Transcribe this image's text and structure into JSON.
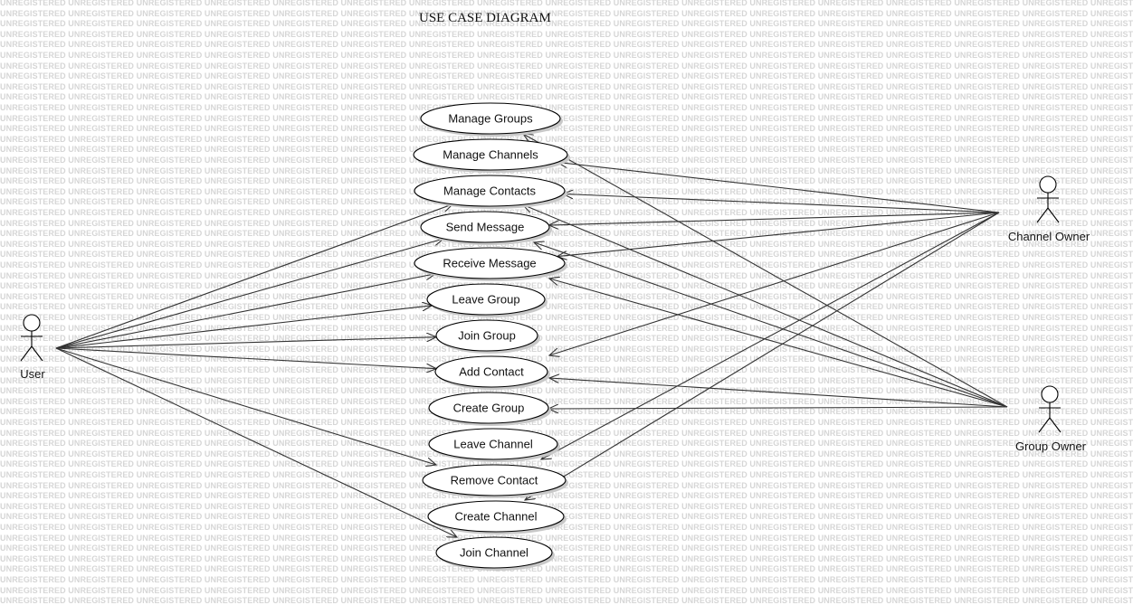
{
  "title": "USE CASE DIAGRAM",
  "watermark_text": "UNREGISTERED",
  "actors": [
    {
      "id": "user",
      "label": "User"
    },
    {
      "id": "channel_owner",
      "label": "Channel Owner"
    },
    {
      "id": "group_owner",
      "label": "Group Owner"
    }
  ],
  "use_cases": [
    {
      "id": "manage_groups",
      "label": "Manage Groups"
    },
    {
      "id": "manage_channels",
      "label": "Manage Channels"
    },
    {
      "id": "manage_contacts",
      "label": "Manage Contacts"
    },
    {
      "id": "send_message",
      "label": "Send Message"
    },
    {
      "id": "receive_message",
      "label": "Receive Message"
    },
    {
      "id": "leave_group",
      "label": "Leave Group"
    },
    {
      "id": "join_group",
      "label": "Join Group"
    },
    {
      "id": "add_contact",
      "label": "Add Contact"
    },
    {
      "id": "create_group",
      "label": "Create Group"
    },
    {
      "id": "leave_channel",
      "label": "Leave Channel"
    },
    {
      "id": "remove_contact",
      "label": "Remove Contact"
    },
    {
      "id": "create_channel",
      "label": "Create Channel"
    },
    {
      "id": "join_channel",
      "label": "Join Channel"
    }
  ],
  "associations": [
    {
      "from": "user",
      "to": "manage_contacts"
    },
    {
      "from": "user",
      "to": "send_message"
    },
    {
      "from": "user",
      "to": "receive_message"
    },
    {
      "from": "user",
      "to": "leave_group"
    },
    {
      "from": "user",
      "to": "join_group"
    },
    {
      "from": "user",
      "to": "add_contact"
    },
    {
      "from": "user",
      "to": "remove_contact"
    },
    {
      "from": "user",
      "to": "join_channel"
    },
    {
      "from": "channel_owner",
      "to": "manage_channels"
    },
    {
      "from": "channel_owner",
      "to": "manage_contacts"
    },
    {
      "from": "channel_owner",
      "to": "send_message"
    },
    {
      "from": "channel_owner",
      "to": "receive_message"
    },
    {
      "from": "channel_owner",
      "to": "add_contact"
    },
    {
      "from": "channel_owner",
      "to": "leave_channel"
    },
    {
      "from": "channel_owner",
      "to": "create_channel"
    },
    {
      "from": "group_owner",
      "to": "manage_groups"
    },
    {
      "from": "group_owner",
      "to": "manage_contacts"
    },
    {
      "from": "group_owner",
      "to": "send_message"
    },
    {
      "from": "group_owner",
      "to": "receive_message"
    },
    {
      "from": "group_owner",
      "to": "add_contact"
    },
    {
      "from": "group_owner",
      "to": "create_group"
    }
  ]
}
